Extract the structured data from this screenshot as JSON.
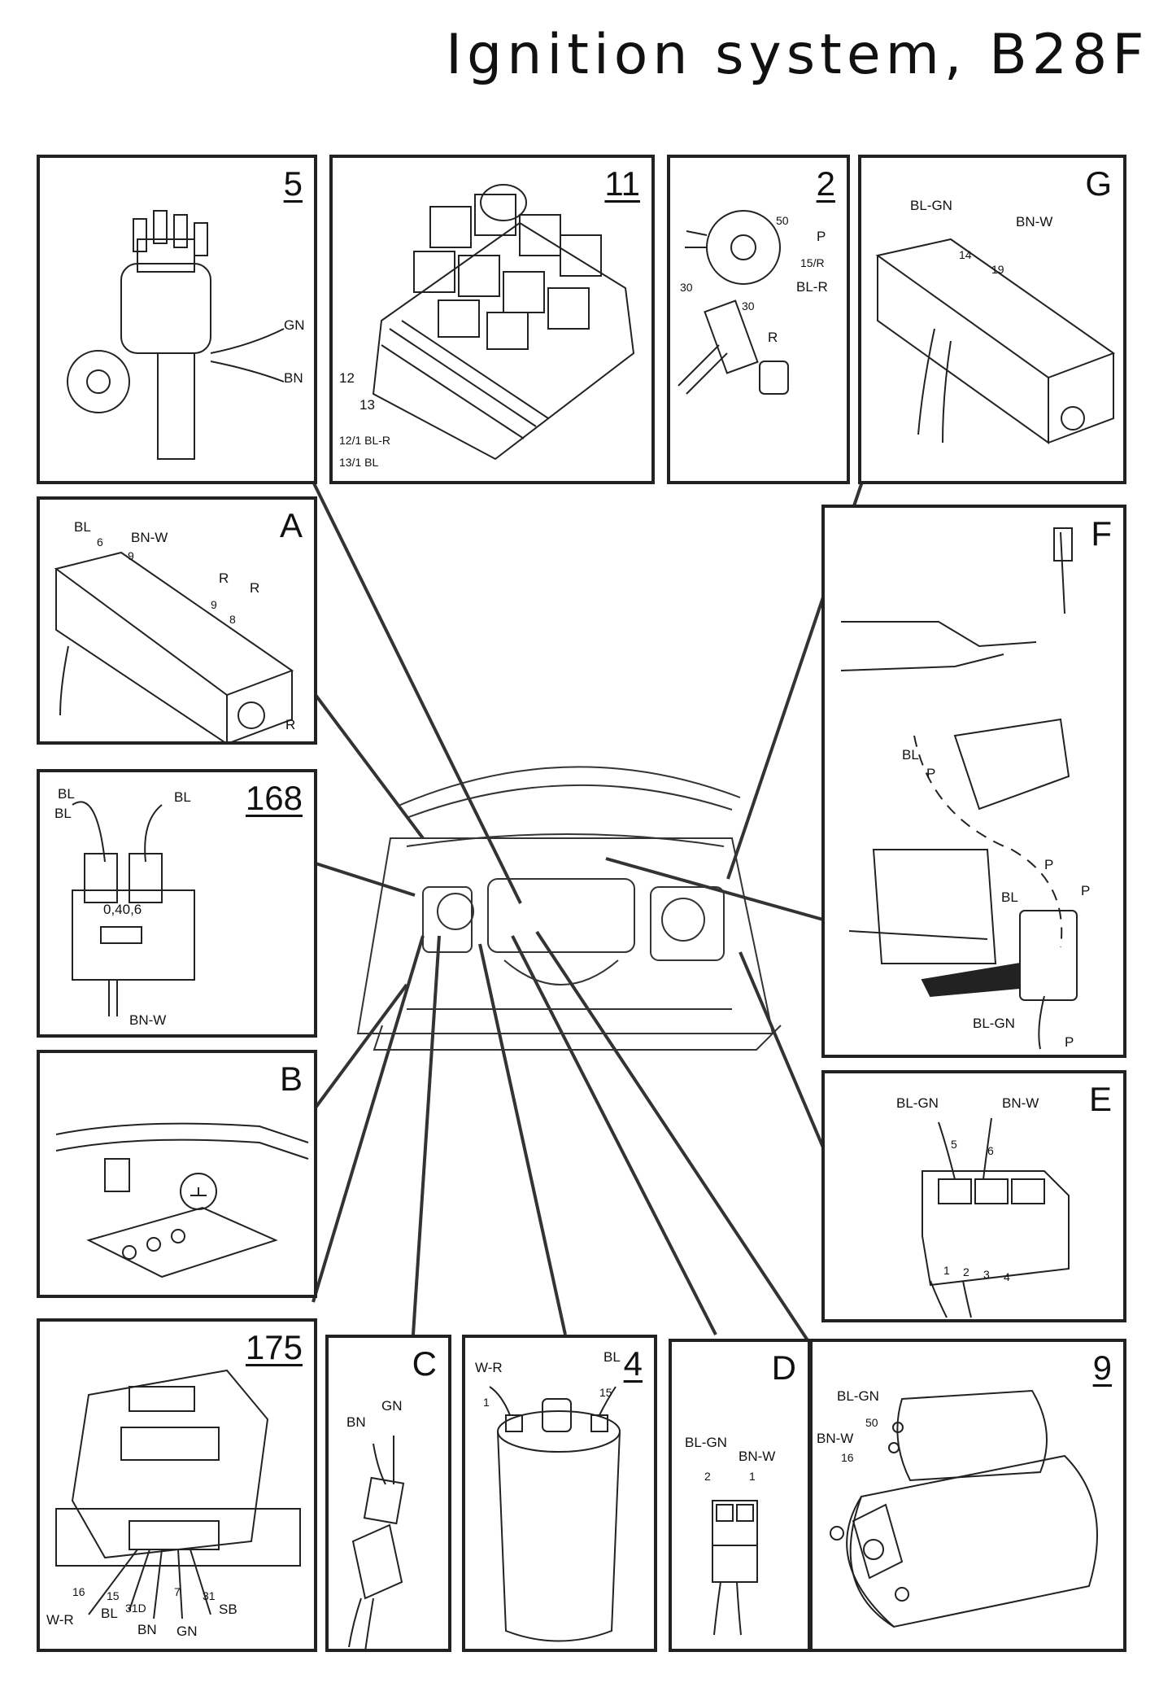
{
  "title": "Ignition system, B28F",
  "panels": {
    "p5": {
      "id": "5",
      "labels": {
        "gn": "GN",
        "bn": "BN"
      }
    },
    "p11": {
      "id": "11",
      "labels": {
        "n12": "12",
        "n13": "13",
        "l121": "12/1 BL-R",
        "l131": "13/1 BL"
      }
    },
    "p2": {
      "id": "2",
      "labels": {
        "n50": "50",
        "p": "P",
        "n30a": "30",
        "n30b": "30",
        "n15r": "15/R",
        "blr": "BL-R",
        "r": "R"
      }
    },
    "pG": {
      "id": "G",
      "labels": {
        "blgn": "BL-GN",
        "bnw": "BN-W",
        "n14": "14",
        "n19": "19"
      }
    },
    "pA": {
      "id": "A",
      "labels": {
        "bl": "BL",
        "n6": "6",
        "bnw": "BN-W",
        "n9a": "9",
        "r1": "R",
        "r2": "R",
        "n9b": "9",
        "n8": "8",
        "r3": "R"
      }
    },
    "p168": {
      "id": "168",
      "labels": {
        "bl1": "BL",
        "bl2": "BL",
        "bl3": "BL",
        "val": "0,40,6",
        "bnw": "BN-W"
      }
    },
    "pF": {
      "id": "F",
      "labels": {
        "bl1": "BL",
        "p1": "P",
        "p2": "P",
        "bl2": "BL",
        "p3": "P",
        "blgn": "BL-GN",
        "p4": "P"
      }
    },
    "pB": {
      "id": "B"
    },
    "pE": {
      "id": "E",
      "labels": {
        "blgn": "BL-GN",
        "bnw": "BN-W",
        "n5": "5",
        "n6": "6",
        "n1": "1",
        "n2": "2",
        "n3": "3",
        "n4": "4"
      }
    },
    "p175": {
      "id": "175",
      "labels": {
        "n16": "16",
        "n15": "15",
        "n31d": "31D",
        "n7": "7",
        "n31": "31",
        "wr": "W-R",
        "bl": "BL",
        "bn": "BN",
        "gn": "GN",
        "sb": "SB"
      }
    },
    "pC": {
      "id": "C",
      "labels": {
        "bn": "BN",
        "gn": "GN"
      }
    },
    "p4": {
      "id": "4",
      "labels": {
        "wr": "W-R",
        "bl": "BL",
        "n1": "1",
        "n15": "15"
      }
    },
    "pD": {
      "id": "D",
      "labels": {
        "blgn": "BL-GN",
        "n2": "2",
        "bnw": "BN-W",
        "n1": "1"
      }
    },
    "p9": {
      "id": "9",
      "labels": {
        "blgn": "BL-GN",
        "n50": "50",
        "bnw": "BN-W",
        "n16": "16"
      }
    }
  }
}
